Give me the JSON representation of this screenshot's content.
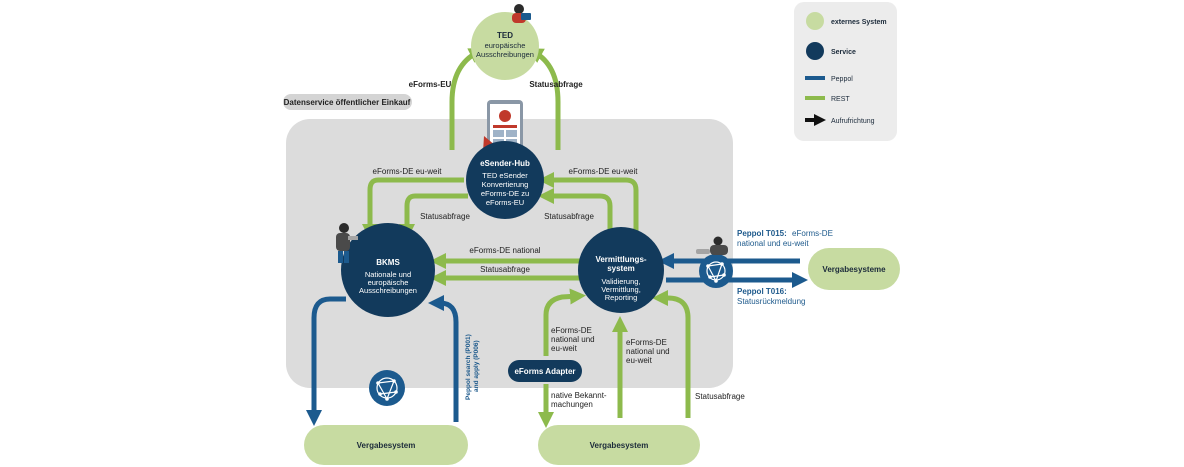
{
  "colors": {
    "external": "#c7dba1",
    "service": "#123a5c",
    "peppol": "#1c5a8e",
    "rest": "#8dba4c",
    "panel": "#dcdcdc",
    "legend_bg": "#ececec"
  },
  "ted": {
    "title": "TED",
    "line1": "europäische",
    "line2": "Ausschreibungen"
  },
  "area_label": "Datenservice öffentlicher Einkauf",
  "esender": {
    "title": "eSender-Hub",
    "line1": "TED eSender",
    "line2": "Konvertierung",
    "line3": "eForms-DE zu",
    "line4": "eForms-EU"
  },
  "bkms": {
    "title": "BKMS",
    "line1": "Nationale und",
    "line2": "europäische",
    "line3": "Ausschreibungen"
  },
  "vermittlung": {
    "title1": "Vermittlungs-",
    "title2": "system",
    "line1": "Validierung,",
    "line2": "Vermittlung,",
    "line3": "Reporting"
  },
  "adapter": "eForms Adapter",
  "vergabesysteme": "Vergabesysteme",
  "vergabesystem_left": "Vergabesystem",
  "vergabesystem_right": "Vergabesystem",
  "labels": {
    "eforms_eu": "eForms-EU",
    "statusabfrage_top": "Statusabfrage",
    "de_euweit_left": "eForms-DE eu-weit",
    "de_euweit_right": "eForms-DE eu-weit",
    "status_left": "Statusabfrage",
    "status_right": "Statusabfrage",
    "de_national": "eForms-DE national",
    "status_mid": "Statusabfrage",
    "adapter_in_1": "eForms-DE",
    "adapter_in_2": "national und",
    "adapter_in_3": "eu-weit",
    "middle_1": "eForms-DE",
    "middle_2": "national und",
    "middle_3": "eu-weit",
    "native_1": "native Bekannt-",
    "native_2": "machungen",
    "status_bottom": "Statusabfrage",
    "peppol_search_1": "Peppol search (P001)",
    "peppol_search_2": "and apply (P006)",
    "t015_code": "Peppol T015:",
    "t015_text_1": "eForms-DE",
    "t015_text_2": "national und eu-weit",
    "t016_code": "Peppol T016:",
    "t016_text": "Statusrückmeldung"
  },
  "legend": {
    "external": "externes System",
    "service": "Service",
    "peppol": "Peppol",
    "rest": "REST",
    "call": "Aufrufrichtung"
  }
}
